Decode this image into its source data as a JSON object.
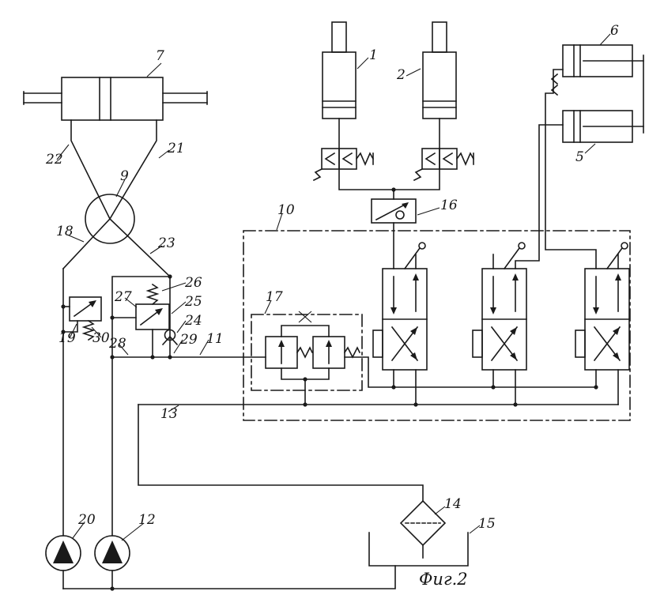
{
  "figure": {
    "caption": "Фиг.2"
  },
  "colors": {
    "ink": "#1a1a1a",
    "paper": "#ffffff"
  },
  "labels": {
    "n1": "1",
    "n2": "2",
    "n5": "5",
    "n6": "6",
    "n7": "7",
    "n9": "9",
    "n10": "10",
    "n11": "11",
    "n12": "12",
    "n13": "13",
    "n14": "14",
    "n15": "15",
    "n16": "16",
    "n17": "17",
    "n18": "18",
    "n19": "19",
    "n20": "20",
    "n21": "21",
    "n22": "22",
    "n23": "23",
    "n24": "24",
    "n25": "25",
    "n26": "26",
    "n27": "27",
    "n28": "28",
    "n29": "29",
    "n30": "30"
  }
}
